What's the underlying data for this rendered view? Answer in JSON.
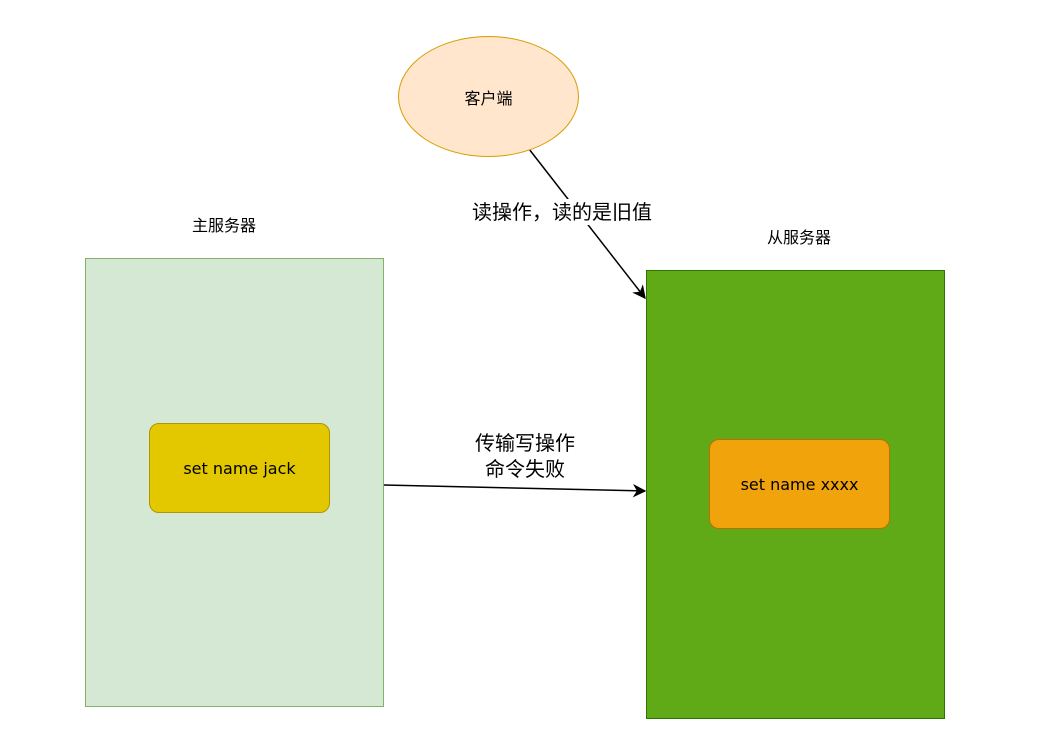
{
  "master": {
    "label": "主服务器",
    "command": "set name jack"
  },
  "slave": {
    "label": "从服务器",
    "command": "set name xxxx"
  },
  "client": {
    "label": "客户端"
  },
  "edges": {
    "read_label": "读操作，读的是旧值",
    "write_label_line1": "传输写操作",
    "write_label_line2": "命令失败"
  },
  "colors": {
    "master_fill": "#d5e8d4",
    "master_stroke": "#82b366",
    "slave_fill": "#60a917",
    "slave_stroke": "#2d7600",
    "master_cmd_fill": "#e3c800",
    "slave_cmd_fill": "#f0a30a",
    "client_fill": "#ffe6cc",
    "client_stroke": "#d79b00"
  }
}
